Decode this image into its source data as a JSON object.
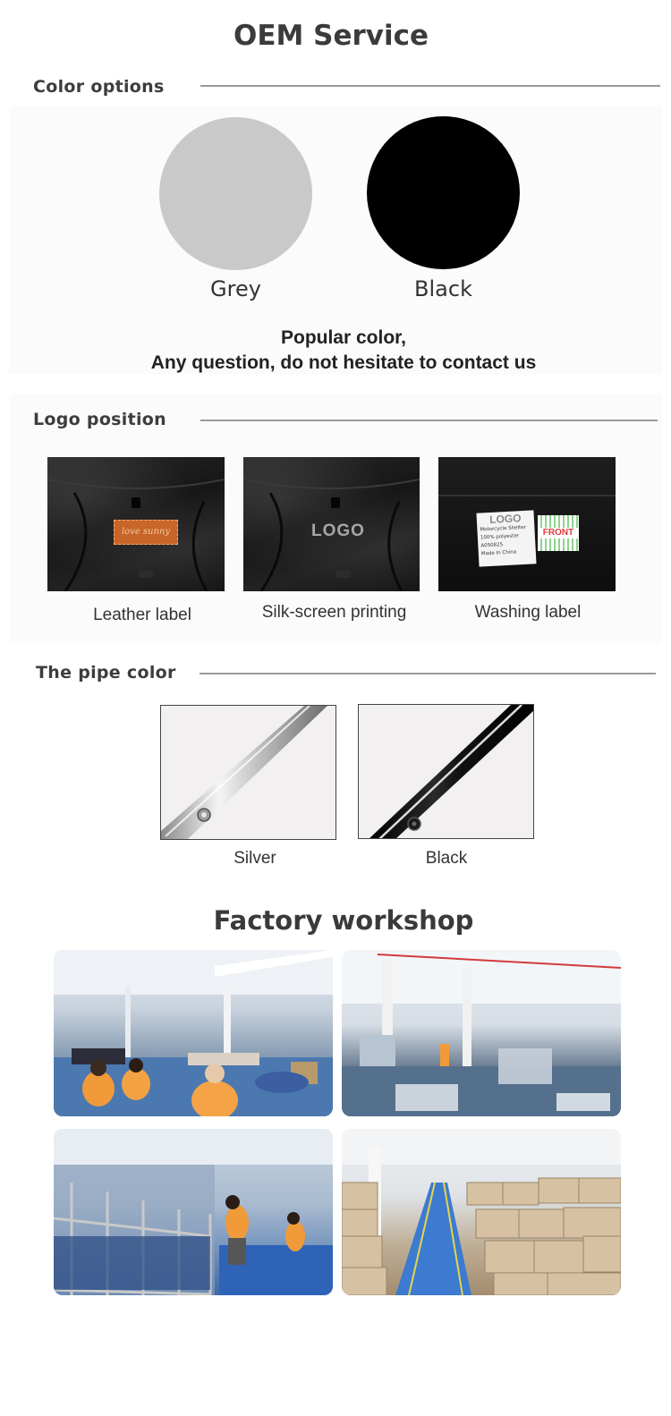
{
  "page": {
    "title": "OEM Service"
  },
  "color_options": {
    "label": "Color options",
    "swatches": [
      {
        "name": "Grey",
        "color": "#c8c9c8"
      },
      {
        "name": "Black",
        "color": "#000000"
      }
    ],
    "note_line1": "Popular color,",
    "note_line2": "Any question, do not hesitate to contact us"
  },
  "logo_position": {
    "label": "Logo position",
    "items": [
      {
        "caption": "Leather label",
        "tag_text": "love sunny"
      },
      {
        "caption": "Silk-screen printing",
        "tag_text": "LOGO"
      },
      {
        "caption": "Washing label",
        "tag_text": "LOGO",
        "tag_lines": [
          "Motorcycle Shelter",
          "100% polyester",
          "A050825",
          "Made In China"
        ],
        "front_text": "FRONT"
      }
    ]
  },
  "pipe_color": {
    "label": "The pipe color",
    "items": [
      {
        "caption": "Silver",
        "color": "#c9c9c9"
      },
      {
        "caption": "Black",
        "color": "#111111"
      }
    ]
  },
  "factory": {
    "title": "Factory workshop",
    "photos": [
      {
        "icon": "sewing-workshop-photo"
      },
      {
        "icon": "assembly-floor-photo"
      },
      {
        "icon": "packing-area-photo"
      },
      {
        "icon": "warehouse-boxes-photo"
      }
    ]
  }
}
